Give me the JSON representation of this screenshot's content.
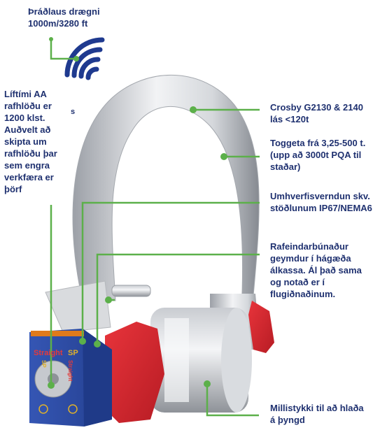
{
  "colors": {
    "leader": "#5cb04a",
    "text": "#1f3170",
    "wifi": "#1f3a8f",
    "shackle_light": "#eef0f3",
    "shackle_dark": "#8b8f96",
    "box_blue": "#2f4fa8",
    "nut_red": "#d2242c",
    "wrap_orange": "#e07a1c"
  },
  "labels": {
    "wireless_range": "Þráðlaus drægni\n1000m/3280 ft",
    "battery": "Líftími AA\nrafhlöðu er\n1200 klst.\nAuðvelt að\nskipta um\nrafhlöðu þar\nsem engra\nverkfæra er\nþörf",
    "crosby": "Crosby G2130 & 2140\nlás <120t",
    "capacity": "Toggeta frá 3,25-500 t.\n(upp að 3000t PQA til\nstaðar)",
    "protection": "Umhverfisverndun skv.\nstöðlunum IP67/NEMA6",
    "electronics": "Rafeindarbúnaður\ngeymdur í hágæða\nálkassa. Ál það sama\nog notað er í\nflugiðnaðinum.",
    "spacer": "Millistykki til að hlaða\ná þyngd",
    "stray_mark": "s"
  },
  "device_labels": {
    "brand": "Straight",
    "model": "SP",
    "brand_side": "Straight",
    "model_side": "SP"
  },
  "icons": [
    "wifi-icon",
    "antenna-icon",
    "battery-cover-icon"
  ]
}
